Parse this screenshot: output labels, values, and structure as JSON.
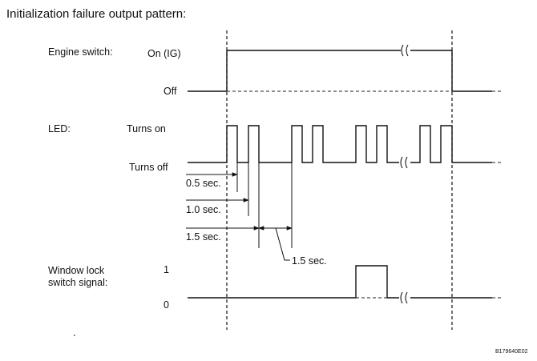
{
  "title": "Initialization failure output pattern:",
  "signals": {
    "engine_switch": {
      "name": "Engine switch:",
      "high_label": "On (IG)",
      "low_label": "Off"
    },
    "led": {
      "name": "LED:",
      "high_label": "Turns on",
      "low_label": "Turns off"
    },
    "window_lock": {
      "name_line1": "Window lock",
      "name_line2": "switch signal:",
      "high_label": "1",
      "low_label": "0"
    }
  },
  "timing": {
    "t1": "0.5 sec.",
    "t2": "1.0 sec.",
    "t3": "1.5 sec.",
    "t4": "1.5 sec."
  },
  "figure_code": "B179640E02"
}
